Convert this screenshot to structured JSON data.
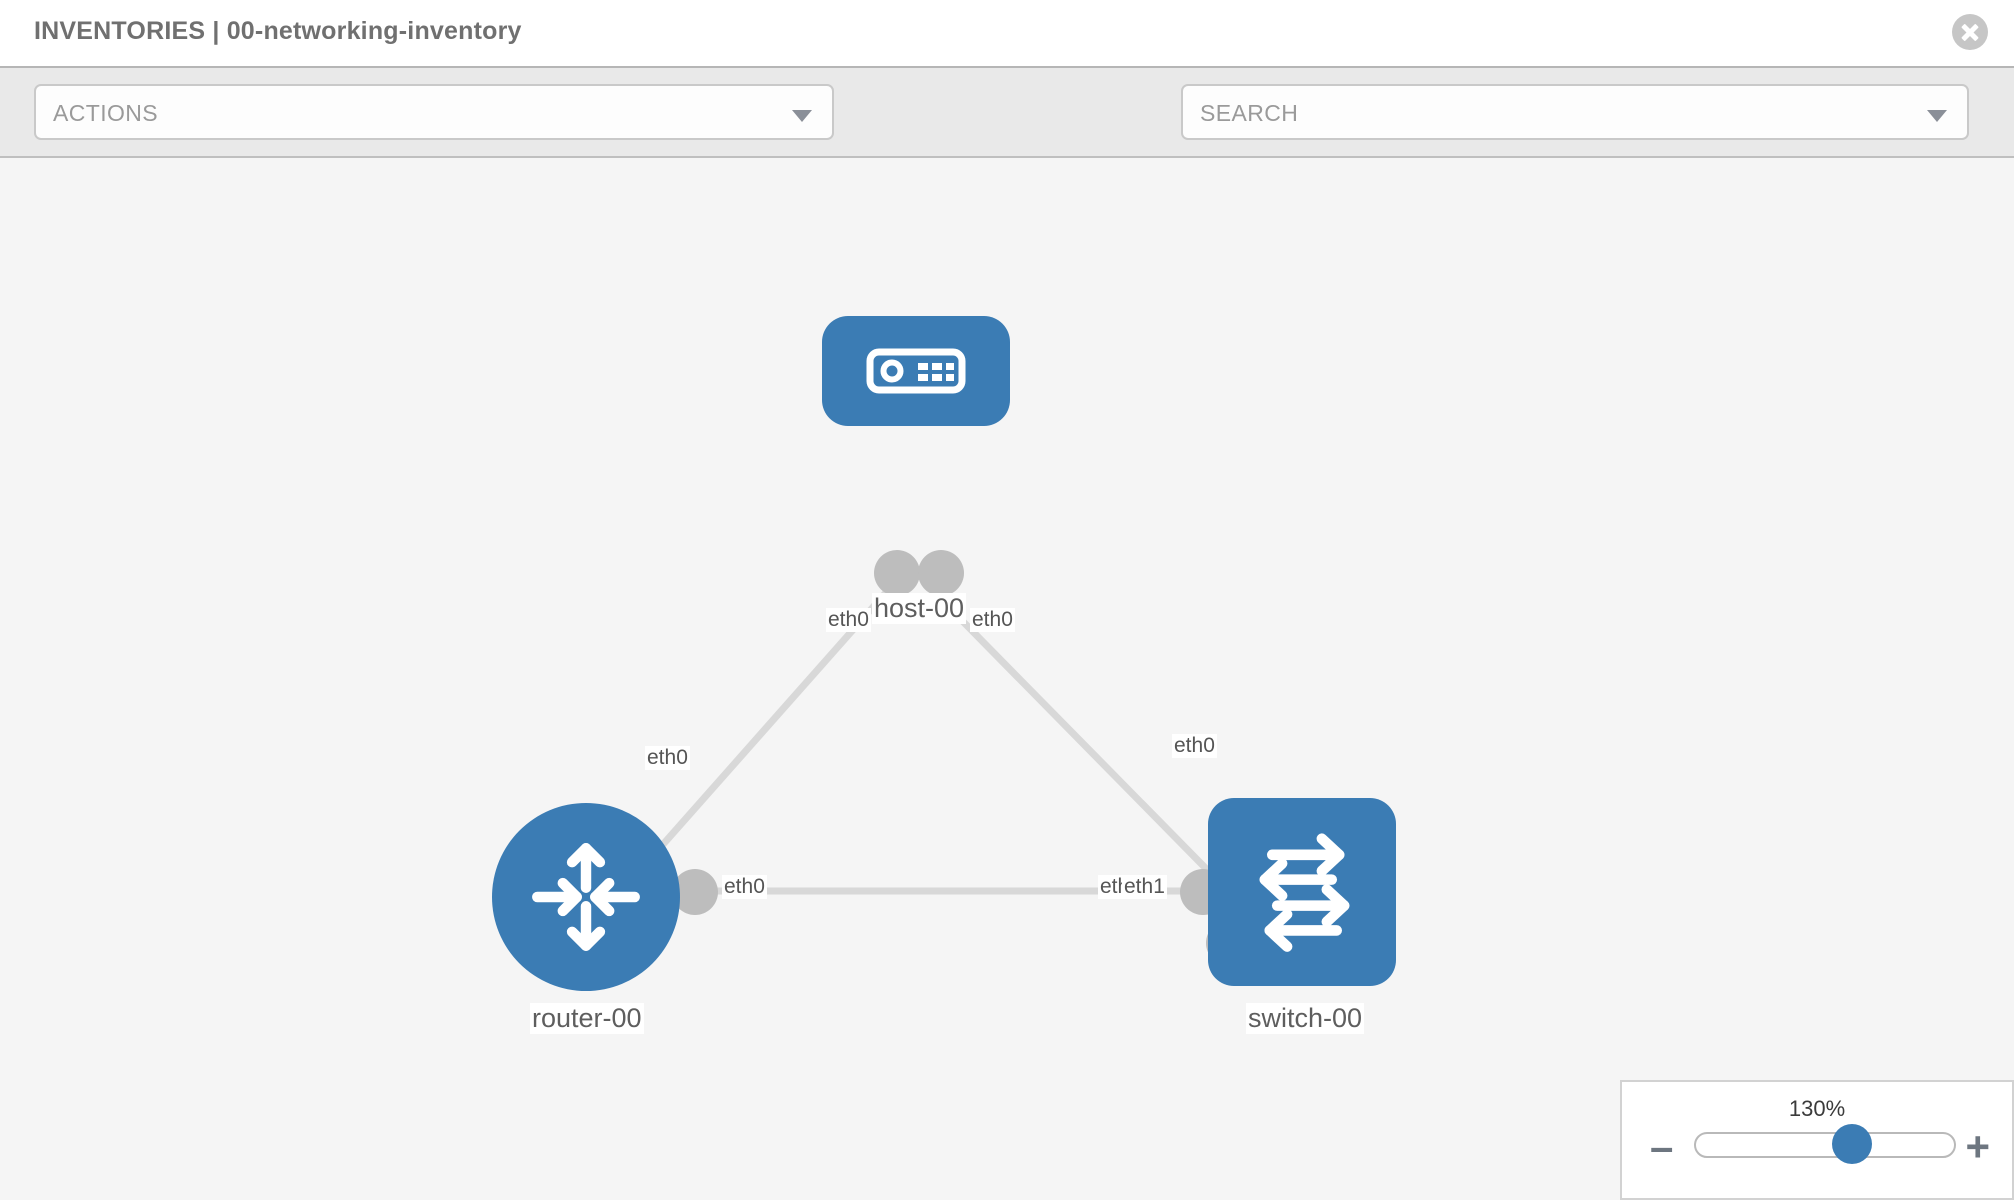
{
  "header": {
    "title": "INVENTORIES | 00-networking-inventory",
    "close_icon": "close-circle-icon"
  },
  "toolbar": {
    "actions_label": "ACTIONS",
    "actions_caret_icon": "chevron-down-icon",
    "wrench_icon": "wrench-icon",
    "key_icon": "key-icon",
    "search_placeholder": "SEARCH",
    "search_value": "",
    "search_caret_icon": "chevron-down-icon"
  },
  "topology": {
    "nodes": [
      {
        "id": "host-00",
        "label": "host-00",
        "type": "host",
        "icon": "server-icon",
        "shape": "rounded-rect",
        "color": "#3b7cb4"
      },
      {
        "id": "router-00",
        "label": "router-00",
        "type": "router",
        "icon": "router-arrows-icon",
        "shape": "circle",
        "color": "#3b7cb4"
      },
      {
        "id": "switch-00",
        "label": "switch-00",
        "type": "switch",
        "icon": "switch-arrows-icon",
        "shape": "rounded-rect",
        "color": "#3b7cb4"
      }
    ],
    "links": [
      {
        "from": "host-00",
        "to": "router-00",
        "from_interface": "eth0",
        "to_interface": "eth0"
      },
      {
        "from": "host-00",
        "to": "switch-00",
        "from_interface": "eth0",
        "to_interface": "eth0"
      },
      {
        "from": "router-00",
        "to": "switch-00",
        "from_interface": "eth0",
        "to_interface": "eth1"
      }
    ],
    "interface_labels": {
      "host_left": "eth0",
      "host_right": "eth0",
      "router_up": "eth0",
      "switch_up": "eth0",
      "router_right": "eth0",
      "switch_left_overlap_a": "eth0",
      "switch_left_overlap_b": "eth1"
    },
    "link_color": "#d8d8d8",
    "endpoint_color": "#bdbdbd"
  },
  "zoom_control": {
    "value_label": "130%",
    "minus_label": "–",
    "plus_label": "+",
    "slider_percent": 62
  }
}
